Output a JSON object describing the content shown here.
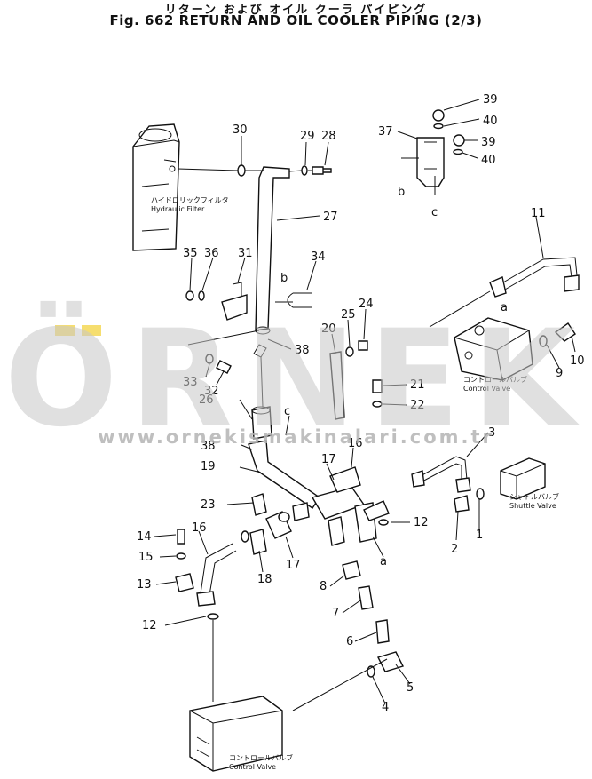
{
  "header": {
    "title_jp": "リターン および オイル クーラ パイピング",
    "title_en": "Fig. 662 RETURN AND OIL COOLER PIPING (2/3)"
  },
  "watermark": {
    "brand": "ÖRNEK",
    "url": "www.ornekismakinalari.com.tr",
    "accent_color": "#f4d64c"
  },
  "components": {
    "hydraulic_filter_jp": "ハイドロリックフィルタ",
    "hydraulic_filter_en": "Hydraulic Filter",
    "control_valve_top_jp": "コントロールバルブ",
    "control_valve_top_en": "Control Valve",
    "shuttle_valve_jp": "シャトルバルブ",
    "shuttle_valve_en": "Shuttle Valve",
    "control_valve_bottom_jp": "コントロールバルブ",
    "control_valve_bottom_en": "Control Valve"
  },
  "callouts": [
    {
      "id": "c39a",
      "text": "39"
    },
    {
      "id": "c40a",
      "text": "40"
    },
    {
      "id": "c37",
      "text": "37"
    },
    {
      "id": "c39b",
      "text": "39"
    },
    {
      "id": "c40b",
      "text": "40"
    },
    {
      "id": "cb1",
      "text": "b"
    },
    {
      "id": "cc1",
      "text": "c"
    },
    {
      "id": "c30",
      "text": "30"
    },
    {
      "id": "c29",
      "text": "29"
    },
    {
      "id": "c28",
      "text": "28"
    },
    {
      "id": "c27",
      "text": "27"
    },
    {
      "id": "c11",
      "text": "11"
    },
    {
      "id": "c35",
      "text": "35"
    },
    {
      "id": "c36",
      "text": "36"
    },
    {
      "id": "c31",
      "text": "31"
    },
    {
      "id": "cb2",
      "text": "b"
    },
    {
      "id": "c34",
      "text": "34"
    },
    {
      "id": "c24",
      "text": "24"
    },
    {
      "id": "c25",
      "text": "25"
    },
    {
      "id": "c20",
      "text": "20"
    },
    {
      "id": "ca1",
      "text": "a"
    },
    {
      "id": "c38a",
      "text": "38"
    },
    {
      "id": "c10",
      "text": "10"
    },
    {
      "id": "c9",
      "text": "9"
    },
    {
      "id": "c33",
      "text": "33"
    },
    {
      "id": "c32",
      "text": "32"
    },
    {
      "id": "c21",
      "text": "21"
    },
    {
      "id": "c22",
      "text": "22"
    },
    {
      "id": "c26",
      "text": "26"
    },
    {
      "id": "cc2",
      "text": "c"
    },
    {
      "id": "c38b",
      "text": "38"
    },
    {
      "id": "c3",
      "text": "3"
    },
    {
      "id": "c16a",
      "text": "16"
    },
    {
      "id": "c19",
      "text": "19"
    },
    {
      "id": "c17a",
      "text": "17"
    },
    {
      "id": "c23",
      "text": "23"
    },
    {
      "id": "c12a",
      "text": "12"
    },
    {
      "id": "c2",
      "text": "2"
    },
    {
      "id": "c1",
      "text": "1"
    },
    {
      "id": "c14",
      "text": "14"
    },
    {
      "id": "c16b",
      "text": "16"
    },
    {
      "id": "c15",
      "text": "15"
    },
    {
      "id": "c18",
      "text": "18"
    },
    {
      "id": "c17b",
      "text": "17"
    },
    {
      "id": "ca2",
      "text": "a"
    },
    {
      "id": "c13",
      "text": "13"
    },
    {
      "id": "c8",
      "text": "8"
    },
    {
      "id": "c7",
      "text": "7"
    },
    {
      "id": "c12b",
      "text": "12"
    },
    {
      "id": "c6",
      "text": "6"
    },
    {
      "id": "c5",
      "text": "5"
    },
    {
      "id": "c4",
      "text": "4"
    }
  ]
}
